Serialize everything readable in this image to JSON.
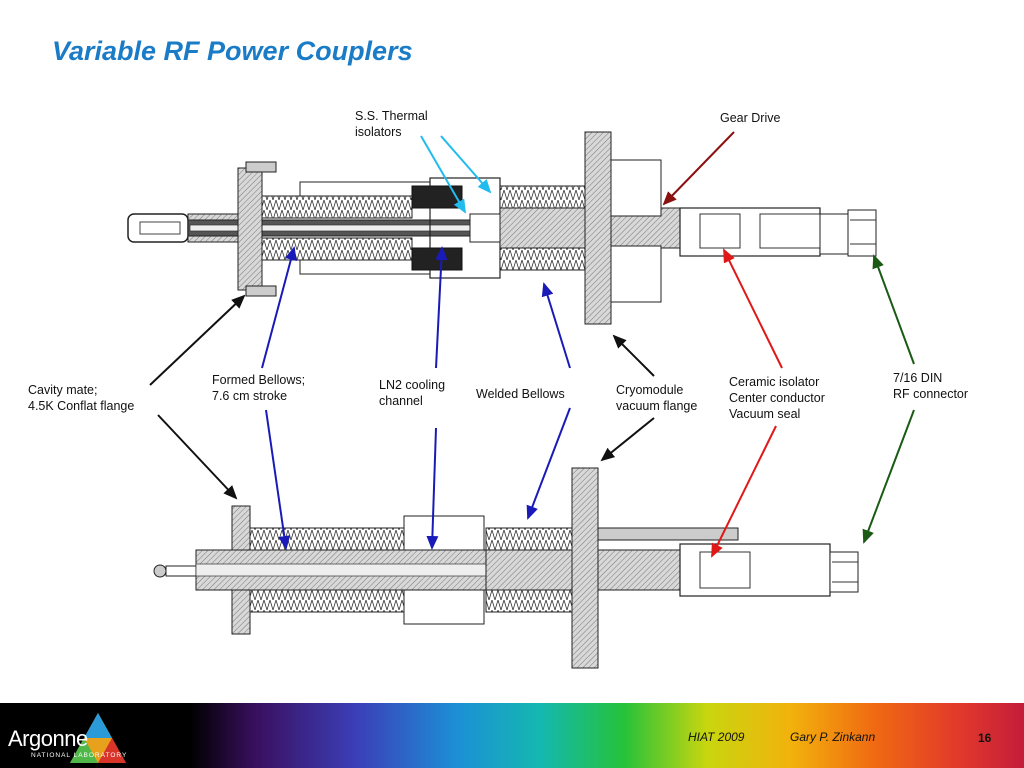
{
  "title": "Variable RF Power Couplers",
  "labels": {
    "ss_thermal": "S.S. Thermal\nisolators",
    "gear_drive": "Gear Drive",
    "cavity_mate": "Cavity mate;\n4.5K Conflat flange",
    "formed_bellows": "Formed Bellows;\n7.6 cm stroke",
    "ln2_cooling": "LN2 cooling\nchannel",
    "welded_bellows": "Welded Bellows",
    "cryomodule": "Cryomodule\nvacuum flange",
    "ceramic_isolator": "Ceramic isolator\nCenter conductor\nVacuum seal",
    "rf_connector": "7/16 DIN\nRF connector"
  },
  "footer": {
    "event": "HIAT 2009",
    "author": "Gary P. Zinkann",
    "page": "16",
    "logo_text": "Argonne",
    "logo_sub": "NATIONAL LABORATORY"
  },
  "colors": {
    "title": "#1a7bc6",
    "arrow_black": "#111111",
    "arrow_blue": "#1a1ab8",
    "arrow_cyan": "#22bbee",
    "arrow_darkred": "#8b1010",
    "arrow_red": "#e01818",
    "arrow_green": "#1a5a14"
  }
}
